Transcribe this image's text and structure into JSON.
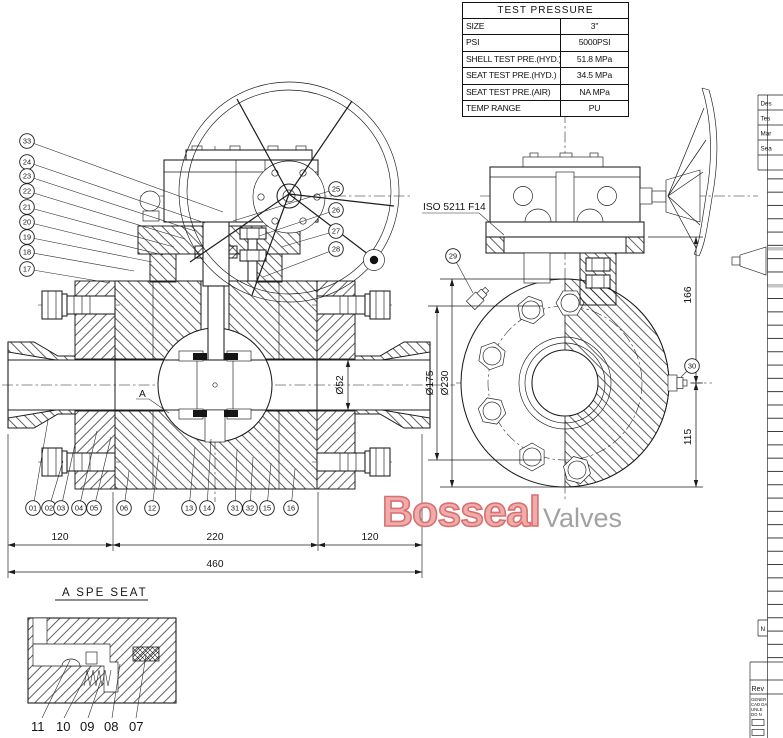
{
  "test_pressure_table": {
    "title": "TEST PRESSURE",
    "rows": [
      {
        "label": "SIZE",
        "value": "3\""
      },
      {
        "label": "PSI",
        "value": "5000PSI"
      },
      {
        "label": "SHELL TEST PRE.(HYD.)",
        "value": "51.8  MPa"
      },
      {
        "label": "SEAT TEST PRE.(HYD.)",
        "value": "34.5  MPa"
      },
      {
        "label": "SEAT TEST PRE.(AIR)",
        "value": "NA   MPa"
      },
      {
        "label": "TEMP RANGE",
        "value": "PU"
      }
    ]
  },
  "annotations": {
    "iso_flange_label": "ISO 5211 F14",
    "section_marker": "A",
    "detail_title": "A SPE SEAT"
  },
  "dimensions": {
    "length_left": "120",
    "length_center": "220",
    "length_right": "120",
    "length_total": "460",
    "bore_dia": "Ø52",
    "bolt_circle_dia": "Ø175",
    "flange_dia": "Ø230",
    "height_upper": "166",
    "height_lower": "115"
  },
  "balloons": {
    "01": "01",
    "02": "02",
    "03": "03",
    "04": "04",
    "05": "05",
    "06": "06",
    "12": "12",
    "13": "13",
    "14": "14",
    "31": "31",
    "32": "32",
    "15": "15",
    "16": "16",
    "17": "17",
    "18": "18",
    "19": "19",
    "20": "20",
    "21": "21",
    "22": "22",
    "23": "23",
    "24": "24",
    "33": "33",
    "25": "25",
    "26": "26",
    "27": "27",
    "28": "28",
    "29": "29",
    "30": "30"
  },
  "detail_items": [
    "11",
    "10",
    "09",
    "08",
    "07"
  ],
  "watermark": {
    "brand": "Bosseal",
    "suffix": "Valves",
    "brand_color": "#f0abab",
    "suffix_color": "#a2a2a2"
  },
  "title_block": {
    "side_rows": [
      "Des",
      "Tes",
      "Mar",
      "Sea"
    ],
    "note_cell": "N",
    "rev_label": "Rev",
    "fine_print": [
      "GENER",
      "CAD DA",
      "UNLE",
      "DO N"
    ]
  }
}
